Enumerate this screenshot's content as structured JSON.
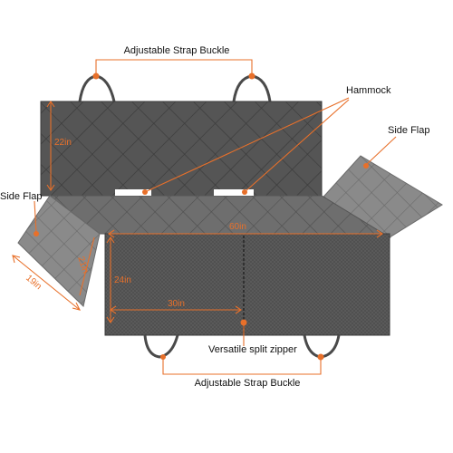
{
  "labels": {
    "strap_top": "Adjustable Strap Buckle",
    "hammock": "Hammock",
    "side_flap_right": "Side Flap",
    "side_flap_left": "Side Flap",
    "zipper": "Versatile split zipper",
    "strap_bottom": "Adjustable Strap Buckle"
  },
  "dimensions": {
    "back_height": "22in",
    "width": "60in",
    "seat_depth": "24in",
    "half_width": "30in",
    "flap_length": "19in",
    "flap_height": "21in"
  },
  "colors": {
    "accent": "#e8702a",
    "fabric_dark": "#555555",
    "fabric_mid": "#6e6e6e",
    "fabric_light": "#8a8a8a",
    "strap": "#4a4a4a"
  }
}
